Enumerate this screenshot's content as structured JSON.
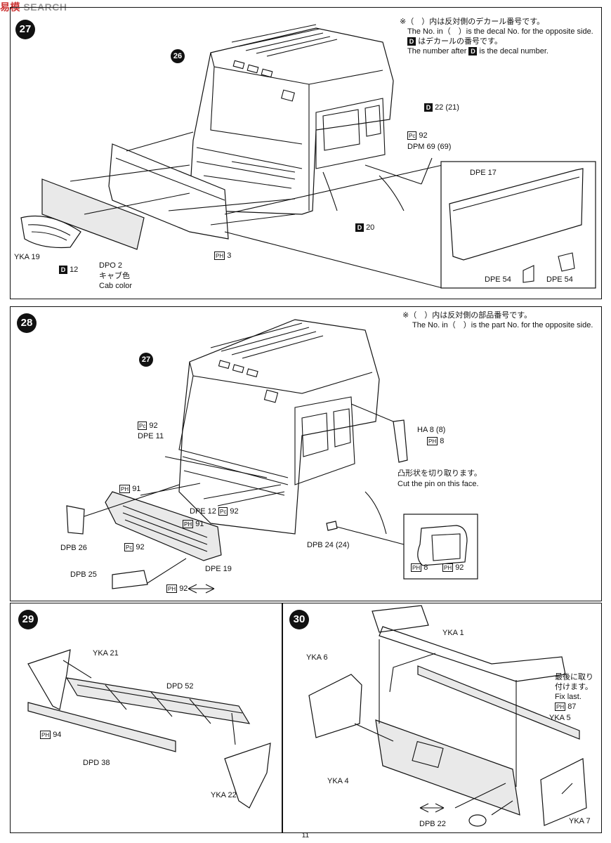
{
  "header": {
    "watermark_left": "易",
    "watermark_mid": "模",
    "watermark_right": "SEARCH"
  },
  "steps": {
    "s27": {
      "number": "27",
      "notes": [
        "※（　）内は反対側のデカール番号です。",
        "The No. in（　）is the decal No. for the opposite side.",
        "はデカールの番号です。",
        "The number after",
        "is the decal number."
      ],
      "labels": {
        "cab": "26",
        "d22": "22 (21)",
        "pc92": "92",
        "dpm": "DPM 69 (69)",
        "dpe17": "DPE 17",
        "d20": "20",
        "ph3": "3",
        "yka19": "YKA 19",
        "d12": "12",
        "dpo2": "DPO 2",
        "cab_color_jp": "キャブ色",
        "cab_color": "Cab color",
        "dpe54a": "DPE 54",
        "dpe54b": "DPE 54"
      }
    },
    "s28": {
      "number": "28",
      "notes": [
        "※（　）内は反対側の部品番号です。",
        "The No. in（　）is the part No. for the opposite side."
      ],
      "labels": {
        "cab": "27",
        "pc92a": "92",
        "dpe11": "DPE 11",
        "ha8": "HA 8 (8)",
        "ph8a": "8",
        "cut_jp": "凸形状を切り取ります。",
        "cut": "Cut the pin on this face.",
        "ph91a": "91",
        "dpe12": "DPE 12",
        "pc92b": "92",
        "ph91b": "91",
        "dpb26": "DPB 26",
        "pc92c": "92",
        "dpe19": "DPE 19",
        "dpb24": "DPB 24 (24)",
        "dpb25": "DPB 25",
        "ph92": "92",
        "ph8b": "8",
        "ph92b": "92"
      }
    },
    "s29": {
      "number": "29",
      "labels": {
        "yka21": "YKA 21",
        "dpd52": "DPD 52",
        "ph94": "94",
        "dpd38": "DPD 38",
        "yka22": "YKA 22"
      }
    },
    "s30": {
      "number": "30",
      "labels": {
        "yka1": "YKA 1",
        "yka6": "YKA 6",
        "fix_jp1": "最後に取り",
        "fix_jp2": "付けます。",
        "fix": "Fix last.",
        "ph87": "87",
        "yka5": "YKA 5",
        "yka4": "YKA 4",
        "dpb22": "DPB 22",
        "yka7": "YKA 7"
      }
    }
  },
  "footer": {
    "page": "11"
  }
}
